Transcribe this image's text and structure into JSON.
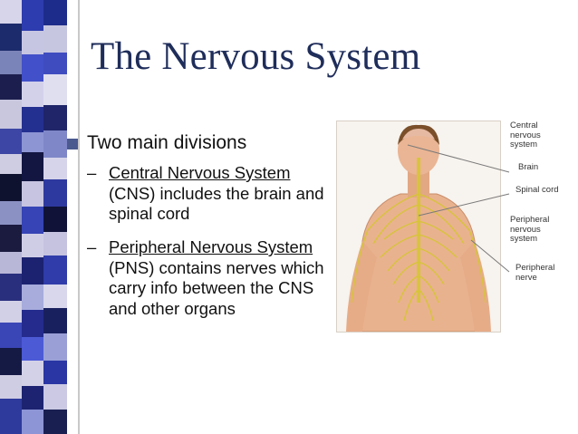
{
  "slide": {
    "title": "The Nervous System",
    "bullet": "Two main divisions",
    "sub1": {
      "dash": "–",
      "term": "Central Nervous System",
      "rest": "(CNS) includes the brain and spinal cord"
    },
    "sub2": {
      "dash": "–",
      "term": "Peripheral Nervous System",
      "rest": "(PNS) contains nerves which carry info between the CNS and other organs"
    }
  },
  "figure": {
    "labels": {
      "cns": "Central nervous system",
      "brain": "Brain",
      "spinal": "Spinal cord",
      "pns": "Peripheral nervous system",
      "nerve": "Peripheral nerve"
    },
    "colors": {
      "skin": "#e9b28f",
      "nerve": "#d7c43a",
      "brain": "#e6b9a2",
      "hair": "#7a4f2a",
      "label_line": "#7a7a7a"
    }
  }
}
